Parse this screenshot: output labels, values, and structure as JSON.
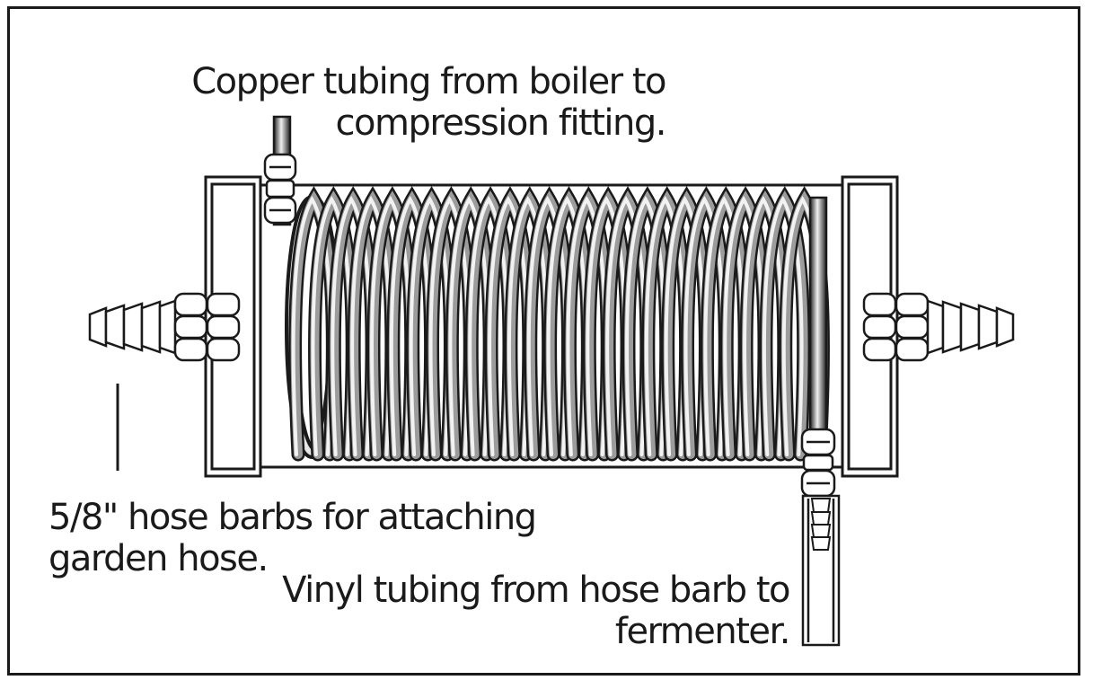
{
  "labels": {
    "copper": {
      "line1": "Copper tubing from boiler to",
      "line2": "compression fitting."
    },
    "barbs": {
      "line1": "5/8\" hose barbs for attaching",
      "line2": "garden hose."
    },
    "vinyl": {
      "line1": "Vinyl tubing from hose barb to",
      "line2": "fermenter."
    }
  },
  "colors": {
    "ink": "#1a1a1a",
    "coil_dark": "#2b2b2b",
    "coil_light": "#e8e8e8",
    "paper": "#ffffff"
  }
}
